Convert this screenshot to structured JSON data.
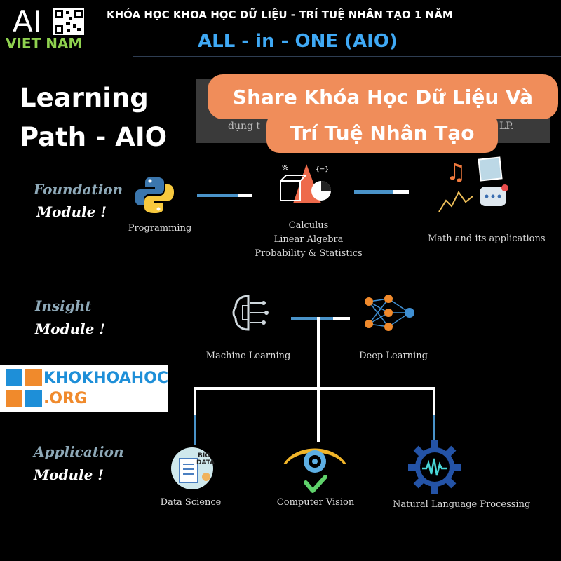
{
  "header": {
    "logo_text": "AI",
    "logo_subtext": "VIET NAM",
    "course_title": "KHÓA HỌC KHOA HỌC DỮ LIỆU - TRÍ TUỆ NHÂN TẠO 1 NĂM",
    "program_title": "ALL - in - ONE (AIO)"
  },
  "page_title": [
    "Learning",
    "Path - AIO"
  ],
  "obscured_text": {
    "left": "dụng t",
    "right": "LP."
  },
  "banner": {
    "line1": "Share Khóa Học Dữ Liệu Và",
    "line2": "Trí Tuệ Nhân Tạo",
    "color": "#f08d5a"
  },
  "modules": {
    "foundation": {
      "title": "Foundation",
      "subtitle": "Module !",
      "items": [
        {
          "label": "Programming",
          "icon": "python-icon"
        },
        {
          "label_lines": [
            "Calculus",
            "Linear Algebra",
            "Probability & Statistics"
          ],
          "icon": "math-shapes-icon"
        },
        {
          "label": "Math and its applications",
          "icon": "applications-collage-icon"
        }
      ],
      "connector_progress": [
        0.75,
        0.7
      ]
    },
    "insight": {
      "title": "Insight",
      "subtitle": "Module !",
      "items": [
        {
          "label": "Machine Learning",
          "icon": "brain-circuit-icon"
        },
        {
          "label": "Deep Learning",
          "icon": "neural-network-icon"
        }
      ]
    },
    "application": {
      "title": "Application",
      "subtitle": "Module !",
      "items": [
        {
          "label": "Data Science",
          "icon": "big-data-icon"
        },
        {
          "label": "Computer Vision",
          "icon": "eye-check-icon"
        },
        {
          "label": "Natural Language Processing",
          "icon": "waveform-gear-icon"
        }
      ]
    }
  },
  "watermark": {
    "line1": "KHOKHOAHOC",
    "line2": ".ORG"
  },
  "colors": {
    "accent_blue": "#4a93c9",
    "title_blue": "#3fa9f5",
    "logo_green": "#8fd14f",
    "module_label": "#8ea9b8"
  }
}
